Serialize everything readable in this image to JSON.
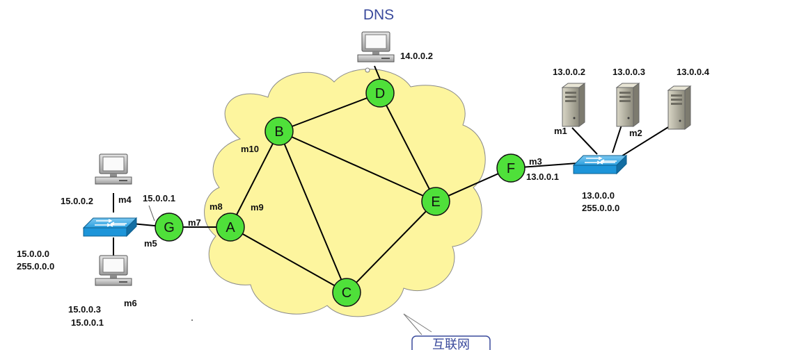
{
  "dns_title": "DNS",
  "cloud_label": "互联网",
  "routers": [
    {
      "id": "router-a",
      "label": "A"
    },
    {
      "id": "router-b",
      "label": "B"
    },
    {
      "id": "router-c",
      "label": "C"
    },
    {
      "id": "router-d",
      "label": "D"
    },
    {
      "id": "router-e",
      "label": "E"
    },
    {
      "id": "router-f",
      "label": "F"
    },
    {
      "id": "router-g",
      "label": "G"
    }
  ],
  "host_labels": {
    "dns_ip": "14.0.0.2",
    "server_1_ip": "13.0.0.2",
    "server_2_ip": "13.0.0.3",
    "server_3_ip": "13.0.0.4",
    "left_top_pc_ip": "15.0.0.2",
    "left_bottom_pc_ip": "15.0.0.3",
    "left_bottom_pc_gateway": "15.0.0.1"
  },
  "interface_labels": {
    "m1": "m1",
    "m2": "m2",
    "m3": "m3",
    "m4": "m4",
    "m5": "m5",
    "m6": "m6",
    "m7": "m7",
    "m8": "m8",
    "m9": "m9",
    "m10": "m10"
  },
  "network_labels": {
    "left_gateway_ip": "15.0.0.1",
    "left_net_address": "15.0.0.0",
    "left_net_mask": "255.0.0.0",
    "right_gateway_ip": "13.0.0.1",
    "right_net_address": "13.0.0.0",
    "right_net_mask": "255.0.0.0"
  },
  "colors": {
    "cloud_fill": "#fdf59e",
    "router_fill": "#4fe03a",
    "switch_fill": "#1d95d9",
    "line": "#000000",
    "title": "#3a4a9c"
  }
}
